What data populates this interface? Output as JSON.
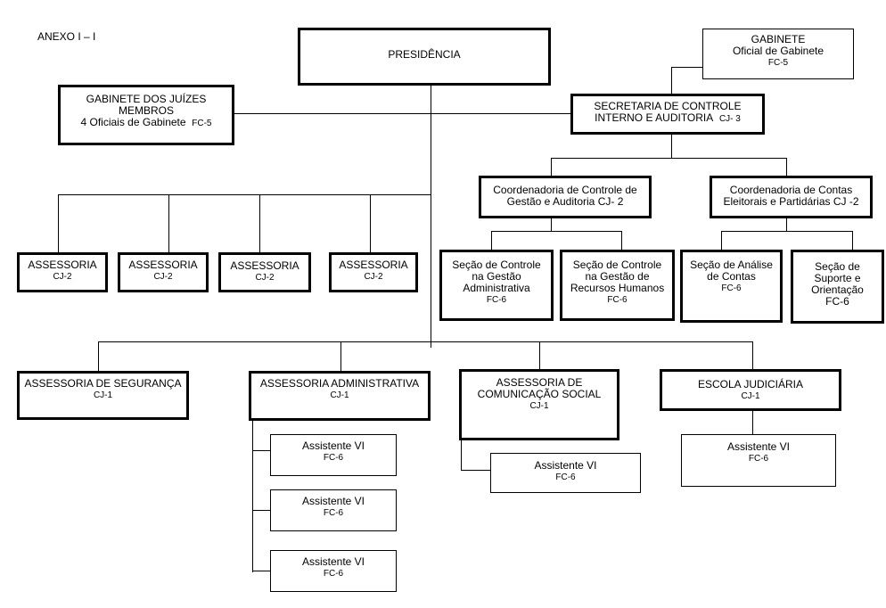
{
  "annex": "ANEXO I – I",
  "presidencia": "PRESIDÊNCIA",
  "gabinete": {
    "title": "GABINETE",
    "sub": "Oficial de Gabinete",
    "code": "FC-5"
  },
  "secretaria": {
    "line1": "SECRETARIA DE CONTROLE",
    "line2": "INTERNO E AUDITORIA",
    "code": "CJ- 3"
  },
  "gabinete_juizes": {
    "line1": "GABINETE DOS JUÍZES",
    "line2": "MEMBROS",
    "line3": "4 Oficiais de Gabinete",
    "code": "FC-5"
  },
  "coord_controle": {
    "line1": "Coordenadoria de Controle de",
    "line2": "Gestão e Auditoria",
    "code": "CJ- 2"
  },
  "coord_contas": {
    "line1": "Coordenadoria de Contas",
    "line2": "Eleitorais e Partidárias",
    "code": "CJ -2"
  },
  "assessorias": [
    {
      "label": "ASSESSORIA",
      "code": "CJ-2"
    },
    {
      "label": "ASSESSORIA",
      "code": "CJ-2"
    },
    {
      "label": "ASSESSORIA",
      "code": "CJ-2"
    },
    {
      "label": "ASSESSORIA",
      "code": "CJ-2"
    }
  ],
  "secoes": [
    {
      "lines": [
        "Seção de Controle",
        "na Gestão",
        "Administrativa"
      ],
      "code": "FC-6"
    },
    {
      "lines": [
        "Seção de Controle",
        "na Gestão de",
        "Recursos Humanos"
      ],
      "code": "FC-6"
    },
    {
      "lines": [
        "Seção de Análise",
        "de Contas"
      ],
      "code": "FC-6"
    },
    {
      "lines": [
        "Seção de",
        "Suporte e",
        "Orientação"
      ],
      "code": "FC-6"
    }
  ],
  "bottom_units": [
    {
      "lines": [
        "ASSESSORIA DE SEGURANÇA"
      ],
      "code": "CJ-1"
    },
    {
      "lines": [
        "ASSESSORIA ADMINISTRATIVA"
      ],
      "code": "CJ-1"
    },
    {
      "lines": [
        "ASSESSORIA  DE",
        "COMUNICAÇÃO SOCIAL"
      ],
      "code": "CJ-1"
    },
    {
      "lines": [
        "ESCOLA JUDICIÁRIA"
      ],
      "code": "CJ-1"
    }
  ],
  "assistentes": [
    {
      "label": "Assistente VI",
      "code": "FC-6"
    },
    {
      "label": "Assistente VI",
      "code": "FC-6"
    },
    {
      "label": "Assistente VI",
      "code": "FC-6"
    },
    {
      "label": "Assistente VI",
      "code": "FC-6"
    },
    {
      "label": "Assistente VI",
      "code": "FC-6"
    }
  ]
}
